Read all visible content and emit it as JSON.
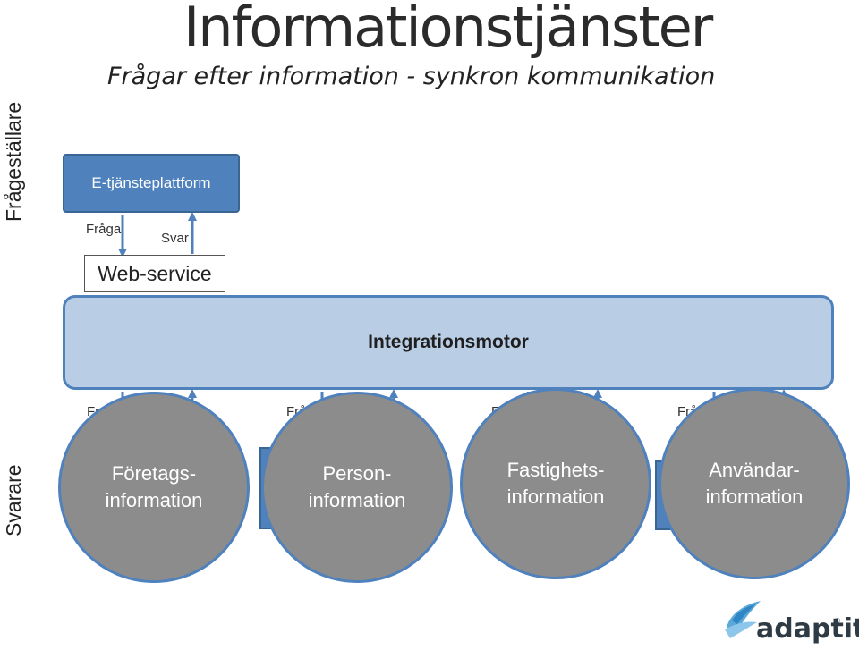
{
  "header": {
    "title": "Informationstjänster",
    "subtitle": "Frågar efter information - synkron kommunikation"
  },
  "side_labels": {
    "top": "Frågeställare",
    "bottom": "Svarare"
  },
  "top_flow": {
    "platform": "E-tjänsteplattform",
    "request_label": "Fråga",
    "response_label": "Svar",
    "webservice": "Web-service"
  },
  "engine": {
    "label": "Integrationsmotor"
  },
  "providers": [
    {
      "line1": "Företags-",
      "line2": "information",
      "request_label": "Fr"
    },
    {
      "line1": "Person-",
      "line2": "information",
      "request_label": "Frå"
    },
    {
      "line1": "Fastighets-",
      "line2": "information",
      "request_label": "F"
    },
    {
      "line1": "Användar-",
      "line2": "information",
      "request_label": "Frå"
    }
  ],
  "logo": {
    "text": "adaptit",
    "registered": "®"
  },
  "colors": {
    "accent_blue": "#4f81bd",
    "engine_fill": "#b9cde5",
    "circle_fill": "#8c8c8c"
  }
}
